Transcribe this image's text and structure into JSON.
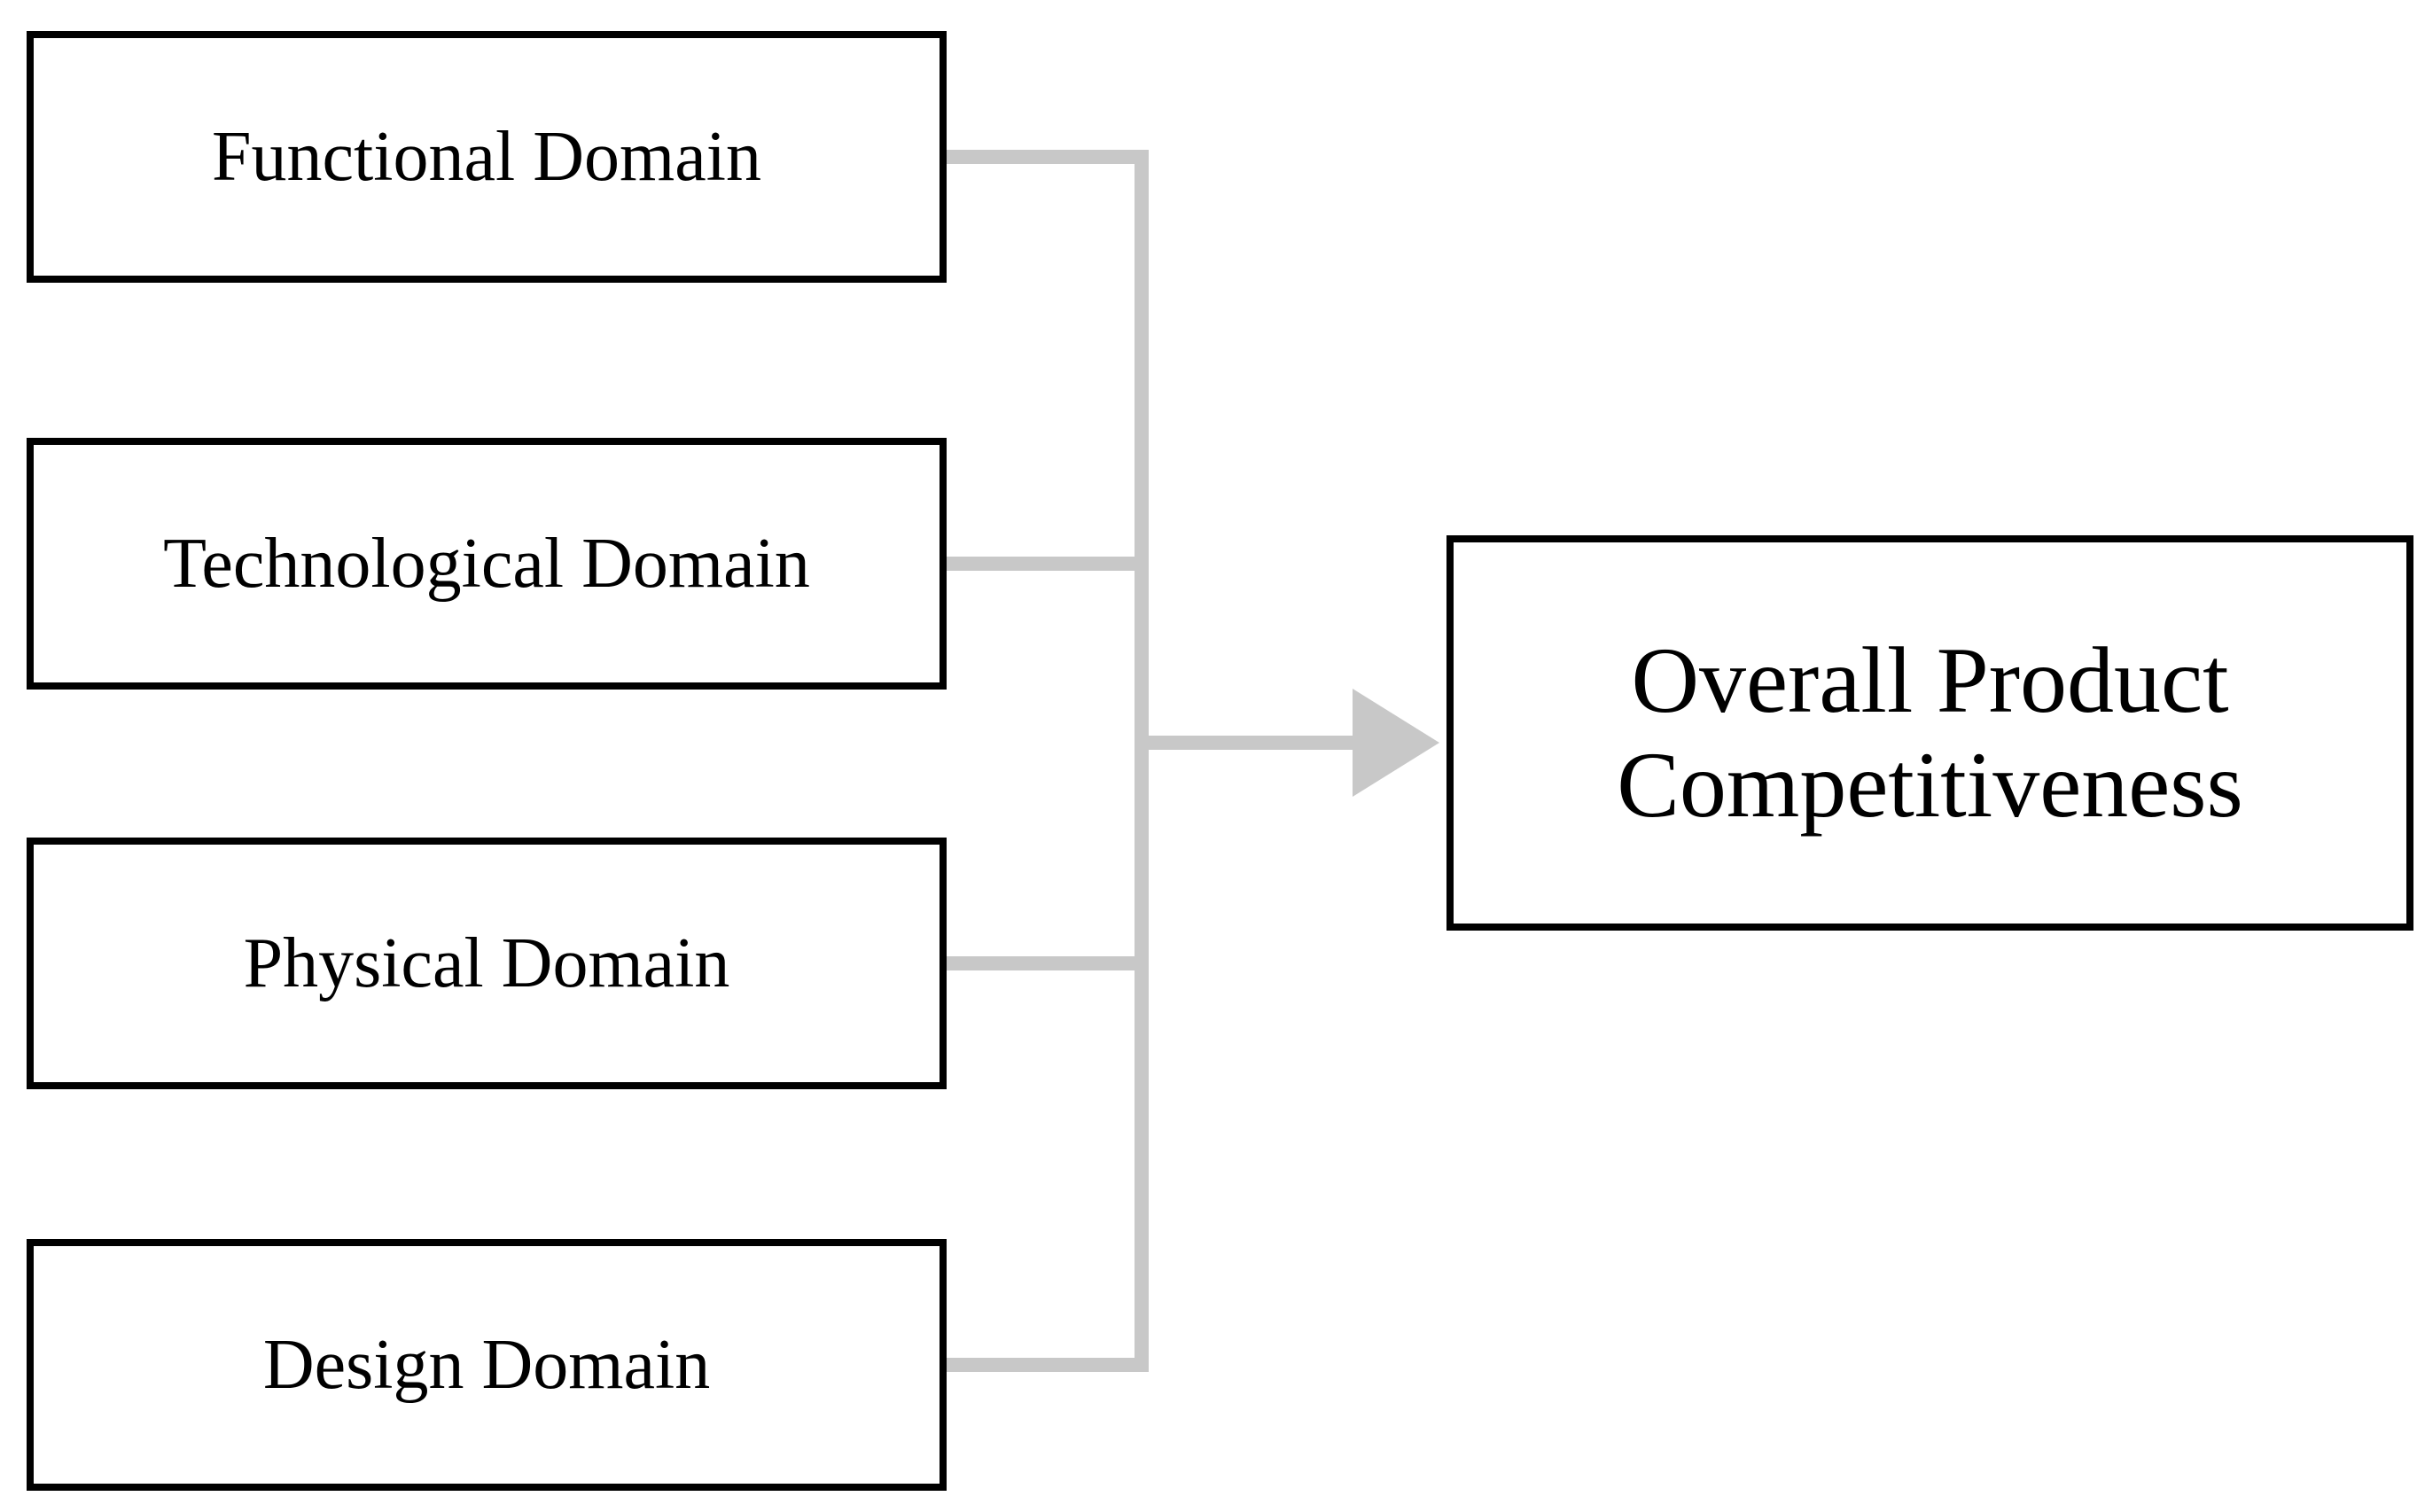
{
  "diagram": {
    "sources": [
      {
        "label": "Functional Domain"
      },
      {
        "label": "Technological Domain"
      },
      {
        "label": "Physical Domain"
      },
      {
        "label": "Design Domain"
      }
    ],
    "target": {
      "lines": [
        "Overall Product",
        "Competitiveness"
      ]
    },
    "colors": {
      "box_border": "#000000",
      "connector": "#c8c8c8",
      "background": "#ffffff"
    }
  }
}
